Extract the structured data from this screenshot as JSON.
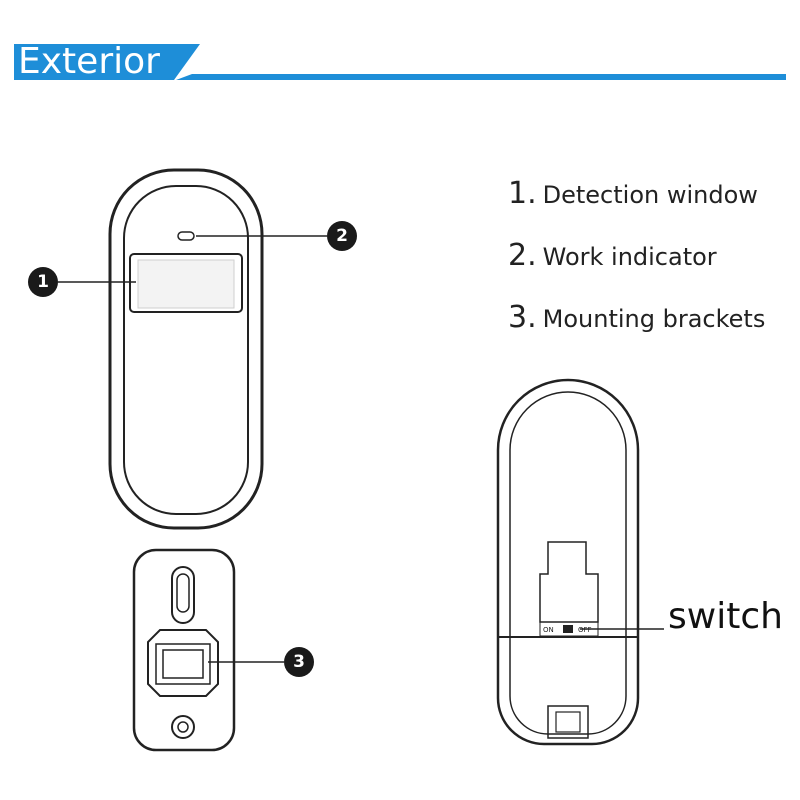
{
  "header": {
    "title": "Exterior",
    "accent_color": "#1e8ed8"
  },
  "legend": [
    {
      "num": "1.",
      "text": "Detection window"
    },
    {
      "num": "2.",
      "text": "Work indicator"
    },
    {
      "num": "3.",
      "text": "Mounting brackets"
    }
  ],
  "callouts": {
    "one": "1",
    "two": "2",
    "three": "3"
  },
  "switch": {
    "label": "switch",
    "on_text": "ON",
    "off_text": "OFF"
  }
}
